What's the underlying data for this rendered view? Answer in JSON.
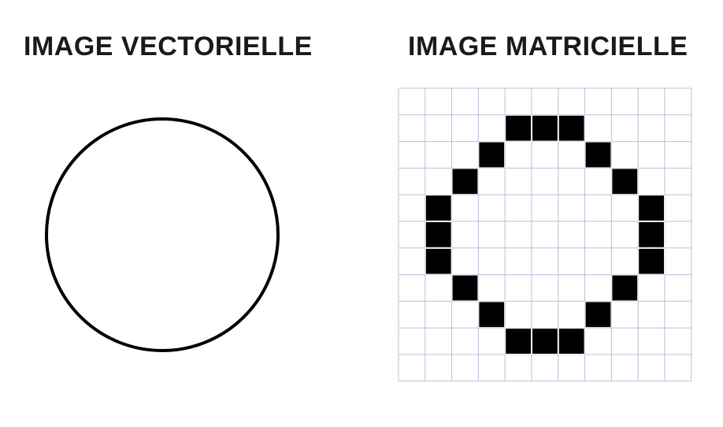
{
  "vector_panel": {
    "title": "IMAGE VECTORIELLE"
  },
  "raster_panel": {
    "title": "IMAGE MATRICIELLE",
    "grid": {
      "cols": 11,
      "rows": 11,
      "filled_cells": [
        [
          4,
          1
        ],
        [
          5,
          1
        ],
        [
          6,
          1
        ],
        [
          3,
          2
        ],
        [
          7,
          2
        ],
        [
          2,
          3
        ],
        [
          8,
          3
        ],
        [
          1,
          4
        ],
        [
          9,
          4
        ],
        [
          1,
          5
        ],
        [
          9,
          5
        ],
        [
          1,
          6
        ],
        [
          9,
          6
        ],
        [
          2,
          7
        ],
        [
          8,
          7
        ],
        [
          3,
          8
        ],
        [
          7,
          8
        ],
        [
          4,
          9
        ],
        [
          5,
          9
        ],
        [
          6,
          9
        ]
      ]
    }
  },
  "colors": {
    "stroke": "#000000",
    "grid_line": "#b8c0da",
    "fill": "#000000",
    "background": "#ffffff"
  }
}
